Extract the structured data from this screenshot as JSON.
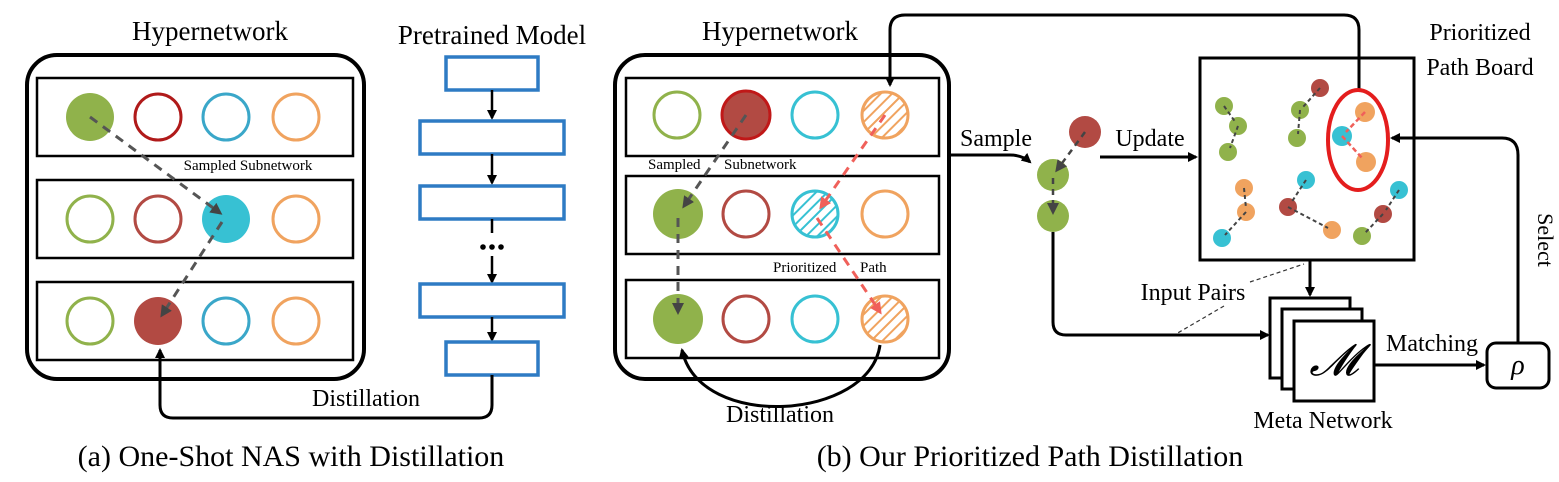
{
  "panel_a": {
    "hypernetwork_title": "Hypernetwork",
    "pretrained_title": "Pretrained Model",
    "sampled_label": "Sampled Subnetwork",
    "distillation_label": "Distillation",
    "caption": "(a) One-Shot NAS with Distillation"
  },
  "panel_b": {
    "hypernetwork_title": "Hypernetwork",
    "sampled_label_1": "Sampled",
    "sampled_label_2": "Subnetwork",
    "prioritized_label_1": "Prioritized",
    "prioritized_label_2": "Path",
    "sample_label": "Sample",
    "update_label": "Update",
    "board_title_1": "Prioritized",
    "board_title_2": "Path Board",
    "select_label": "Select",
    "input_pairs_label": "Input Pairs",
    "matching_label": "Matching",
    "meta_network_label": "Meta Network",
    "meta_symbol": "𝓜",
    "rho_symbol": "ρ",
    "distillation_label": "Distillation",
    "caption": "(b) Our Prioritized Path Distillation"
  },
  "colors": {
    "green": "#90b24b",
    "red": "#b24a43",
    "cyan": "#37c1d3",
    "orange": "#f0a35f",
    "blue_box": "#2e7bc4",
    "highlight_red": "#e41d1d",
    "dash_red": "#f0605a",
    "dash_gray": "#555555"
  }
}
